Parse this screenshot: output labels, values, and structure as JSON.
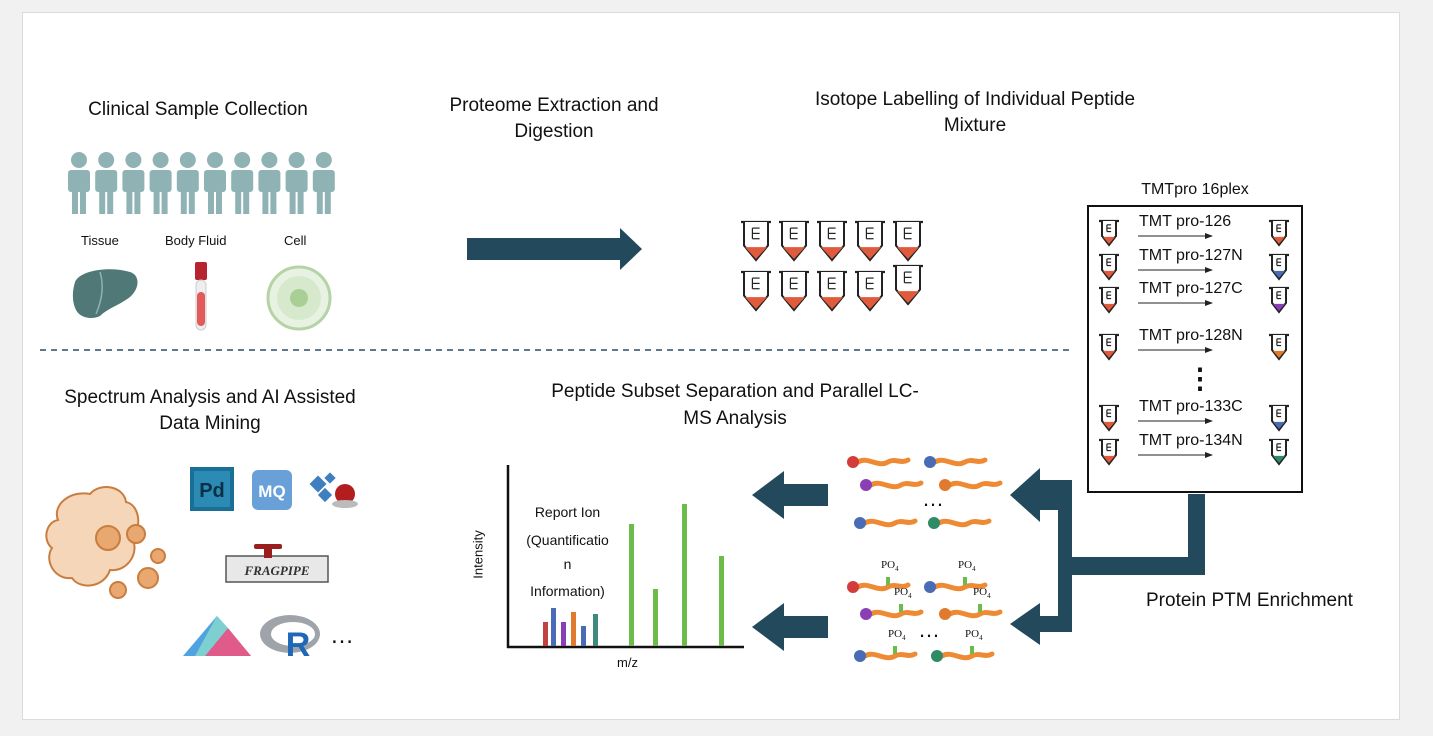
{
  "colors": {
    "arrow": "#234a5c",
    "tube_outline": "#222222",
    "tube_fill": "#e05a3c",
    "person": "#8fb3b5",
    "peptide": "#ee8a33",
    "spectrum_green": "#6dbb4a",
    "dashed_divider": "#2a4c66"
  },
  "top": {
    "step1_title": "Clinical Sample Collection",
    "sample_types": [
      "Tissue",
      "Body Fluid",
      "Cell"
    ],
    "step2_title": [
      "Proteome Extraction and",
      "Digestion"
    ],
    "step3_title": [
      "Isotope Labelling of Individual Peptide",
      "Mixture"
    ]
  },
  "tmt": {
    "title": "TMTpro 16plex",
    "labels": [
      "TMT pro-126",
      "TMT pro-127N",
      "TMT pro-127C",
      "TMT pro-128N",
      "TMT pro-133C",
      "TMT pro-134N"
    ],
    "ellipsis": "⋮",
    "label_tube_colors": [
      "#e05a3c",
      "#4a6bb5",
      "#8a3fb5",
      "#e07a2e",
      "#4a6bb5",
      "#2f8a66"
    ]
  },
  "bottom": {
    "step4_title": [
      "Peptide Subset Separation and Parallel LC-",
      "MS Analysis"
    ],
    "step5_title": [
      "Spectrum Analysis and AI Assisted",
      "Data Mining"
    ],
    "ptm_label": "Protein PTM Enrichment",
    "software_ellipsis": "…",
    "peptide_ellipsis": "…",
    "po4_label": "PO",
    "po4_subscript": "4"
  },
  "spectrum": {
    "ylabel": "Intensity",
    "xlabel": "m/z",
    "report_ion_text": [
      "Report Ion",
      "(Quantificatio",
      "n",
      "Information)"
    ]
  },
  "software": {
    "pd_label": "Pd",
    "mq_label": "MQ",
    "fragpipe_label": "FRAGPIPE",
    "r_label": "R"
  }
}
